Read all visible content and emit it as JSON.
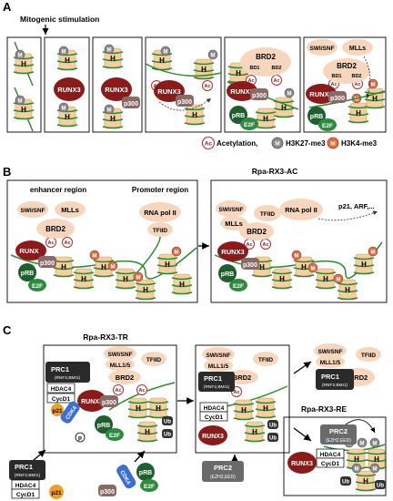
{
  "panel_a": {
    "letter": "A",
    "mitogenic": "Mitogenic stimulation",
    "legend": {
      "ac_sym": "Ac",
      "ac": "Acetylation,",
      "m_sym": "M",
      "k27": "H3K27-me3",
      "k4": "H3K4-me3"
    }
  },
  "panel_b": {
    "letter": "B",
    "title": "Rpa-RX3-AC",
    "enhancer": "enhancer region",
    "promoter": "Promoter region",
    "targets": "p21, ARF,..."
  },
  "panel_c": {
    "letter": "C",
    "title_tr": "Rpa-RX3-TR",
    "title_re": "Rpa-RX3-RE",
    "ezh_eed": "(EZH2,EED)"
  },
  "labels": {
    "runx3": "RUNX3",
    "runx3_b": "RUNX",
    "p300": "p300",
    "prb": "pRB",
    "e2f": "E2F",
    "brd2": "BRD2",
    "bd1": "BD1",
    "bd2": "BD2",
    "swisnf": "SWI/SNF",
    "mlls": "MLLs",
    "mll15": "MLL1/5",
    "tfiid": "TFIID",
    "rnapol": "RNA pol II",
    "prc1": "PRC1",
    "rnf": "(RNF2,BMI1)",
    "prc2": "PRC2",
    "hdac4": "HDAC4",
    "cycd1": "CycD1",
    "p21": "p21",
    "cdk4": "CDK4",
    "h": "H",
    "m": "M",
    "ac": "Ac",
    "ub": "Ub",
    "p": "p"
  },
  "colors": {
    "runx": "#8b1a1a",
    "k4": "#e8693a",
    "k27": "#8a8a8a",
    "prb": "#1f5e2e",
    "e2f": "#2e8b3e",
    "nuc": "#f5cfa0",
    "dna": "#2f8a2f",
    "tf": "#f6d7bd",
    "cdk4": "#3a6fd8",
    "p21": "#f0a020"
  }
}
